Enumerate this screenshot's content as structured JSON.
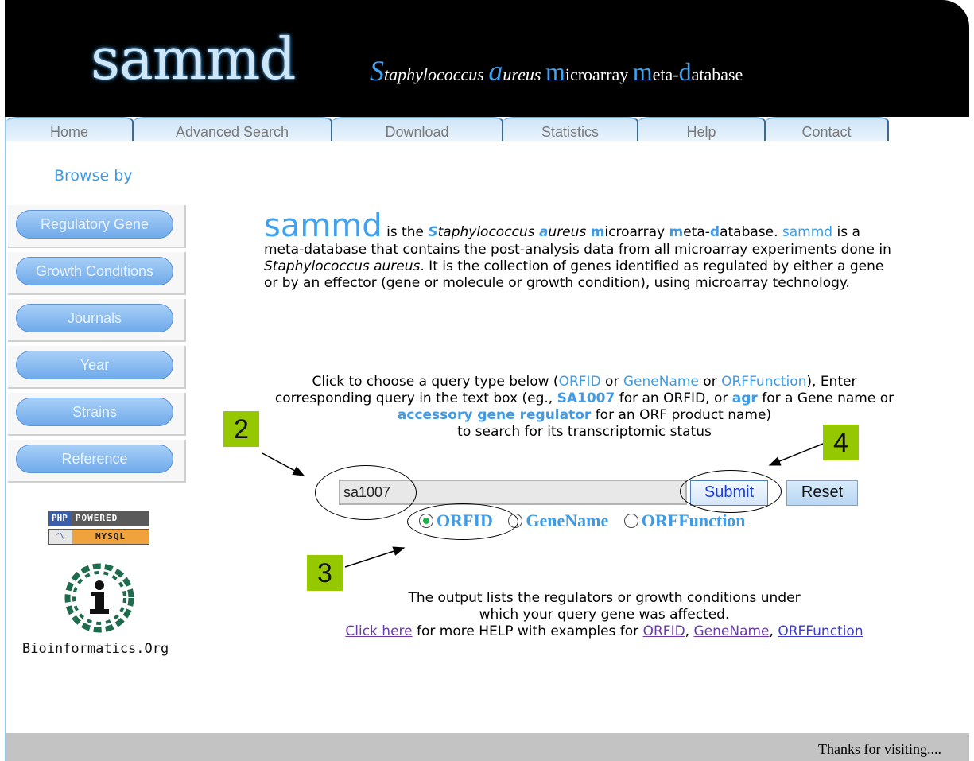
{
  "header": {
    "logo": "sammd",
    "tagline": {
      "s_cap": "S",
      "s_rest": "taphylococcus ",
      "a_cap": "a",
      "a_rest": "ureus ",
      "m_cap": "m",
      "m_rest": "icroarray ",
      "m2_cap": "m",
      "m2_rest": "eta-",
      "d_cap": "d",
      "d_rest": "atabase"
    }
  },
  "nav": {
    "tabs": [
      "Home",
      "Advanced Search",
      "Download",
      "Statistics",
      "Help",
      "Contact"
    ]
  },
  "sidebar": {
    "title": "Browse by",
    "items": [
      "Regulatory Gene",
      "Growth Conditions",
      "Journals",
      "Year",
      "Strains",
      "Reference"
    ],
    "php_badge": {
      "left": "PHP",
      "right": "POWERED",
      "bottom": "MYSQL"
    },
    "bio_text": "Bioinformatics.Org"
  },
  "intro": {
    "big": "sammd",
    "t1": " is the ",
    "s_cap": "S",
    "s_rest": "taphylococcus ",
    "a_cap": "a",
    "a_rest": "ureus ",
    "m_cap": "m",
    "m_rest": "icroarray ",
    "m2_cap": "m",
    "m2_rest": "eta-",
    "d_cap": "d",
    "d_rest": "atabase. ",
    "sammd2": "sammd",
    "t2": " is a meta-database that contains the post-analysis data from all microarray experiments done in ",
    "species": "Staphylococcus aureus",
    "t3": ". It is the collection of genes identified as regulated by either a gene or by an effector (gene or molecule or growth condition), using microarray technology."
  },
  "query": {
    "p1": "Click to choose a query type below (",
    "orfid": "ORFID",
    "or1": " or ",
    "genename": "GeneName",
    "or2": " or ",
    "orffunction": "ORFFunction",
    "p2": "), Enter corresponding query in the text box (eg., ",
    "sa1007": "SA1007",
    "p3": " for an ORFID, or ",
    "agr": "agr",
    "p4": " for a Gene name or ",
    "agr_full": "accessory gene regulator",
    "p5": " for an ORF product name)",
    "p6": "to search for its transcriptomic status"
  },
  "search": {
    "value": "sa1007",
    "submit_label": "Submit",
    "reset_label": "Reset",
    "radios": [
      "ORFID",
      "GeneName",
      "ORFFunction"
    ],
    "selected": "ORFID"
  },
  "output": {
    "line1": "The output lists the regulators or growth conditions under",
    "line2": "which your query gene was affected.",
    "click_here": "Click here",
    "help_text": " for more HELP with examples for ",
    "link_orfid": "ORFID",
    "comma1": ", ",
    "link_genename": "GeneName",
    "comma2": ", ",
    "link_orffunction": "ORFFunction"
  },
  "annotations": {
    "n2": "2",
    "n3": "3",
    "n4": "4"
  },
  "footer": {
    "text": "Thanks for visiting...."
  }
}
